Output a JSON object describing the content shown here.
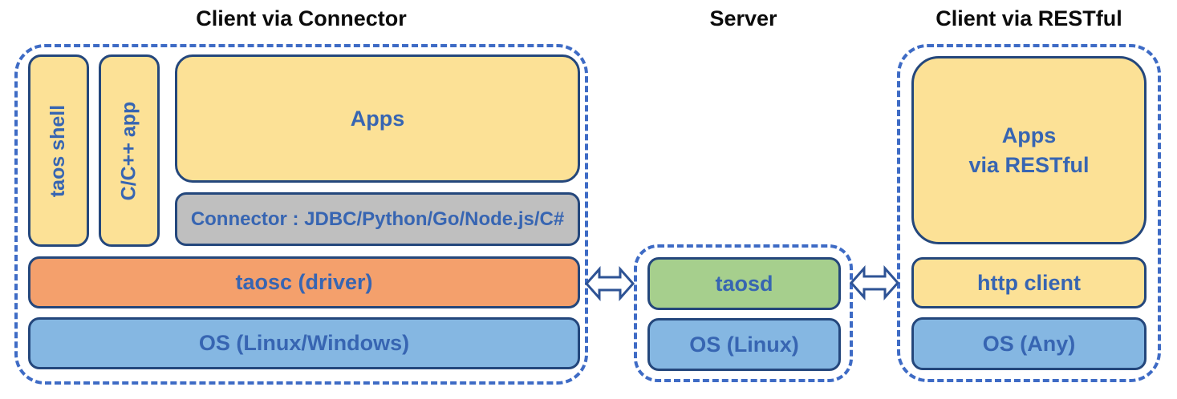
{
  "colors": {
    "dashed_border": "#3E6BC5",
    "box_border": "#24477C",
    "label_blue": "#3765B2",
    "title_black": "#0B0B0B",
    "yellow_fill": "#FCE196",
    "orange_fill": "#F4A06C",
    "light_blue_fill": "#85B7E2",
    "green_fill": "#A6CF8D",
    "gray_fill": "#BFBFBF",
    "arrow_outline": "#2E5395",
    "arrow_fill": "#FFFFFF"
  },
  "icons": {
    "left_link": "bidirectional-arrow",
    "right_link": "bidirectional-arrow"
  },
  "sections": {
    "client_connector": {
      "title": "Client via Connector",
      "taos_shell": "taos shell",
      "cpp_app": "C/C++ app",
      "apps": "Apps",
      "connector": "Connector : JDBC/Python/Go/Node.js/C#",
      "taosc": "taosc (driver)",
      "os": "OS (Linux/Windows)"
    },
    "server": {
      "title": "Server",
      "taosd": "taosd",
      "os": "OS (Linux)"
    },
    "client_restful": {
      "title": "Client via RESTful",
      "apps_line1": "Apps",
      "apps_line2": "via RESTful",
      "http_client": "http client",
      "os": "OS (Any)"
    }
  }
}
